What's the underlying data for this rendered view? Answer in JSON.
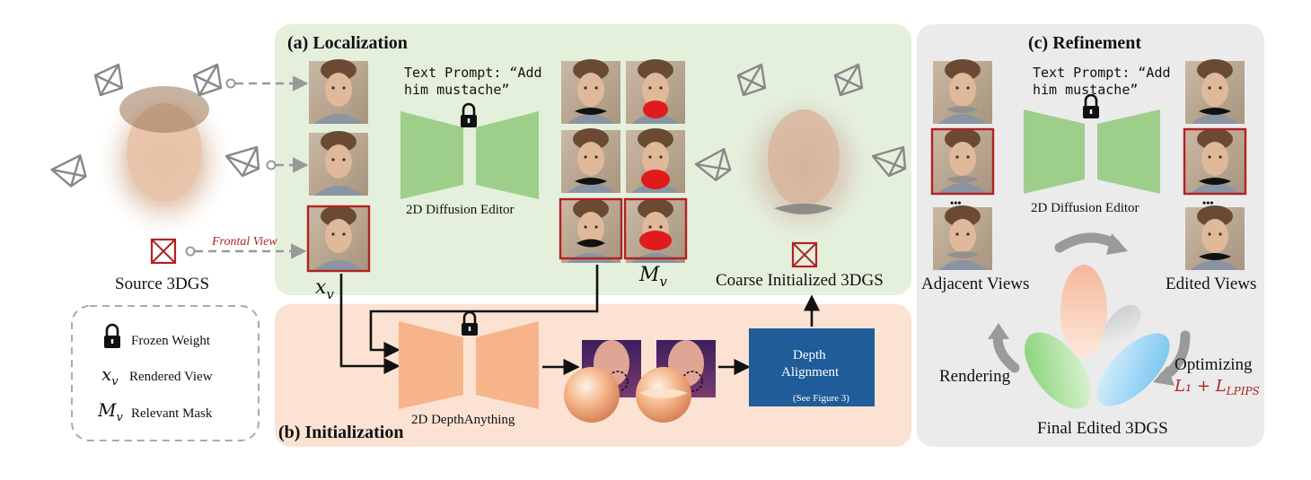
{
  "panels": {
    "localization": {
      "title": "(a) Localization",
      "color": "#e4f0dc"
    },
    "initialization": {
      "title": "(b) Initialization",
      "color": "#fbe2d3"
    },
    "refinement": {
      "title": "(c) Refinement",
      "color": "#ebebeb"
    }
  },
  "source": {
    "label": "Source 3DGS",
    "frontal_view_label": "Frontal View"
  },
  "localization": {
    "prompt_line1": "Text Prompt: “Add",
    "prompt_line2": "him mustache”",
    "editor_label": "2D Diffusion Editor",
    "xv_label": "x",
    "xv_sub": "v",
    "mv_label": "M",
    "mv_sub": "v",
    "coarse_label": "Coarse Initialized 3DGS"
  },
  "initialization": {
    "depth_model_label": "2D DepthAnything",
    "alignment_line1": "Depth",
    "alignment_line2": "Alignment",
    "alignment_note": "(See Figure 3)"
  },
  "refinement": {
    "prompt_line1": "Text Prompt: “Add",
    "prompt_line2": "him mustache”",
    "editor_label": "2D Diffusion Editor",
    "adjacent_label": "Adjacent Views",
    "edited_label": "Edited Views",
    "rendering_label": "Rendering",
    "optimizing_label": "Optimizing",
    "loss_label": "L₁ + L",
    "loss_sub": "LPIPS",
    "final_label": "Final Edited 3DGS",
    "ellipsis": "•••"
  },
  "legend": {
    "frozen": "Frozen Weight",
    "rendered": "Rendered View",
    "mask": "Relevant Mask",
    "xv": "x",
    "xv_sub": "v",
    "mv": "M",
    "mv_sub": "v"
  },
  "colors": {
    "green_net": "#9dcf8a",
    "orange_net": "#f7b48a",
    "alignment_box": "#1f5c99",
    "red_frame": "#b22222"
  }
}
